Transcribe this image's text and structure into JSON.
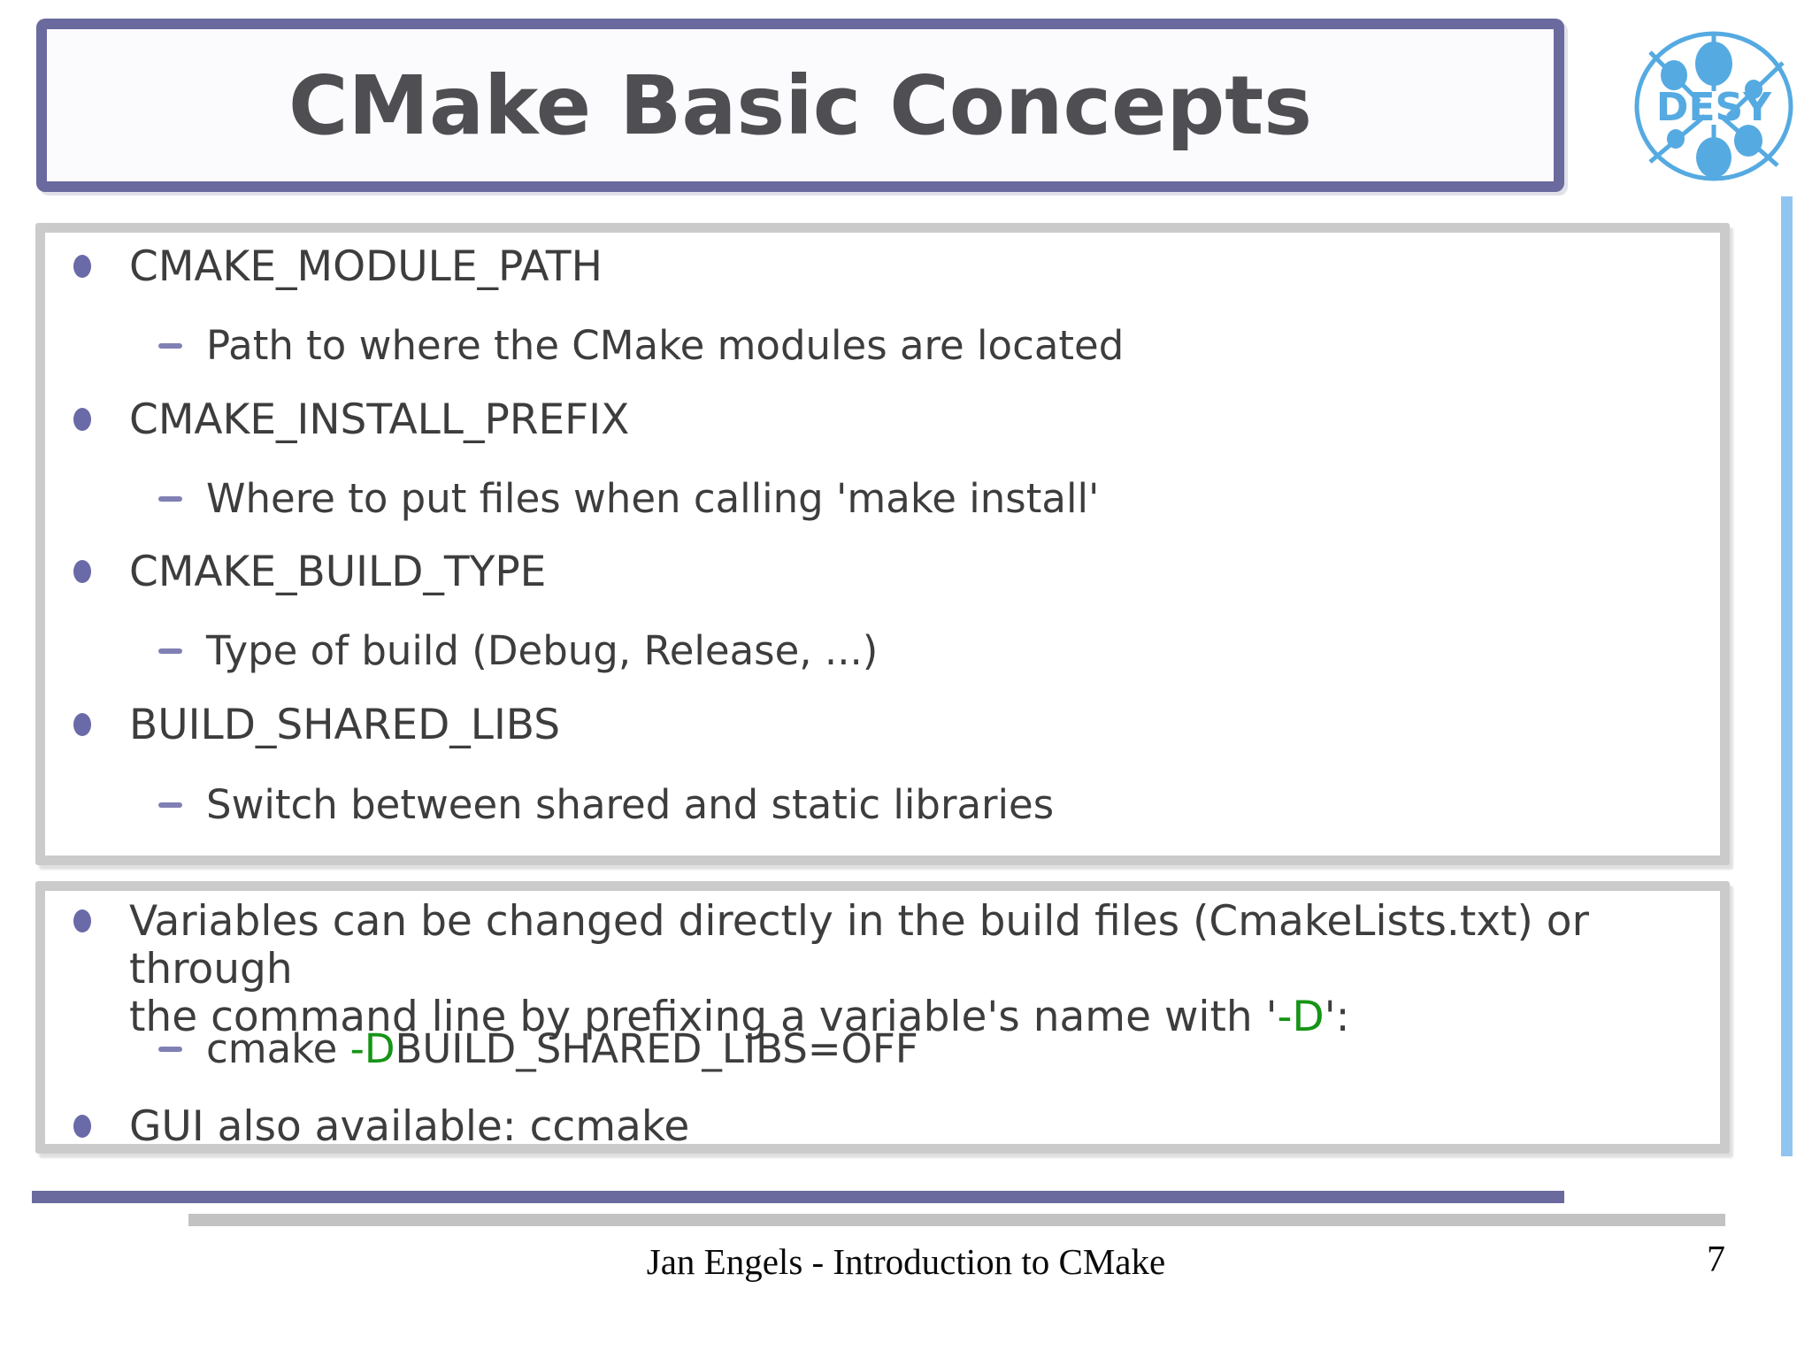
{
  "slide": {
    "title": "CMake Basic Concepts",
    "footer": "Jan Engels - Introduction to CMake",
    "page_number": "7"
  },
  "logo": {
    "text": "DESY"
  },
  "colors": {
    "accent_purple": "#6a6a9e",
    "bullet_purple": "#6a6aa8",
    "box_border_gray": "#cbcbcb",
    "body_text": "#3d3d3d",
    "highlight_green": "#169416",
    "desy_blue": "#55aae1",
    "side_bar_blue": "#90c5f1"
  },
  "box1": {
    "items": [
      {
        "type": "bullet",
        "text": "CMAKE_MODULE_PATH"
      },
      {
        "type": "dash",
        "text": "Path to where the CMake modules are located"
      },
      {
        "type": "bullet",
        "text": "CMAKE_INSTALL_PREFIX"
      },
      {
        "type": "dash",
        "text": "Where to put files when calling 'make install'"
      },
      {
        "type": "bullet",
        "text": "CMAKE_BUILD_TYPE"
      },
      {
        "type": "dash",
        "text": "Type of build (Debug, Release, ...)"
      },
      {
        "type": "bullet",
        "text": "BUILD_SHARED_LIBS"
      },
      {
        "type": "dash",
        "text": "Switch between shared and static libraries"
      }
    ]
  },
  "box2": {
    "bullet1_line1": "Variables can be changed directly in the build files (CmakeLists.txt) or through",
    "bullet1_line2_prefix": "the command line by prefixing a variable's name with '",
    "bullet1_highlight": "-D",
    "bullet1_line2_suffix": "':",
    "dash_prefix": "cmake ",
    "dash_highlight": "-D",
    "dash_suffix": "BUILD_SHARED_LIBS=OFF",
    "bullet2": "GUI also available: ccmake"
  }
}
